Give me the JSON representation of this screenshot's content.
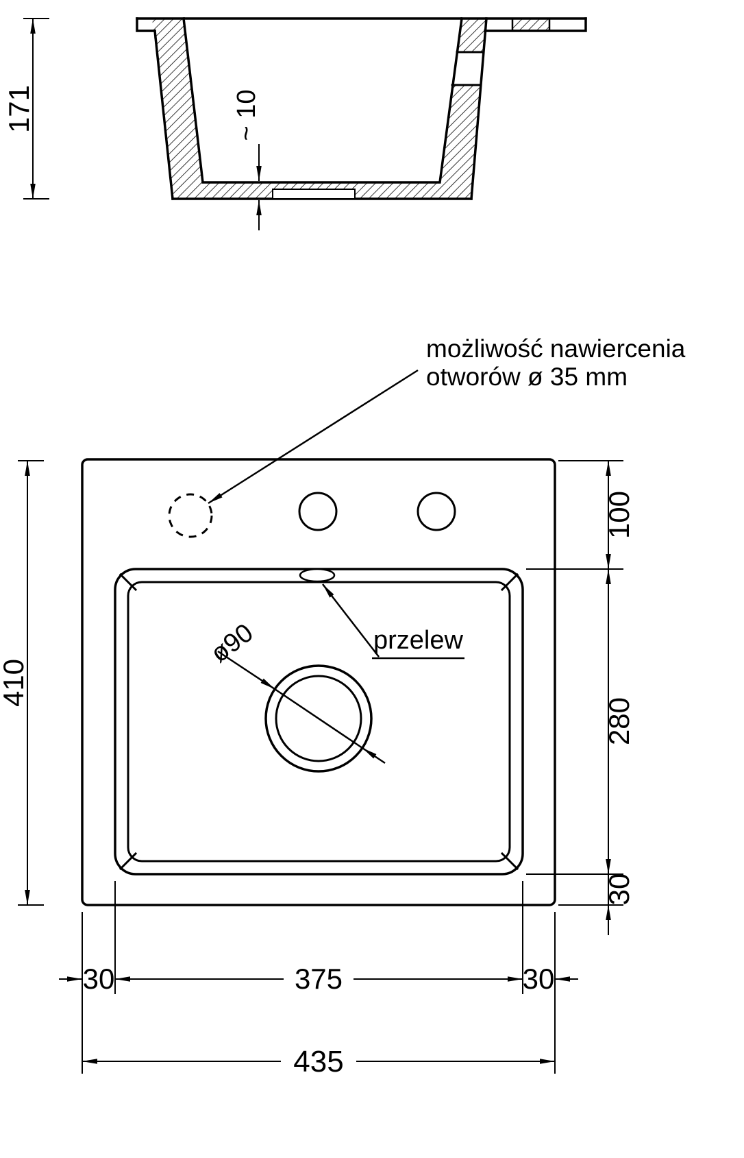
{
  "style": {
    "line_color": "#000000",
    "background": "#ffffff"
  },
  "section_view": {
    "depth_label": "171",
    "floor_thickness_label": "~ 10"
  },
  "plan_view": {
    "drill_note": {
      "line1": "możliwość nawiercenia",
      "line2": "otworów ø 35 mm"
    },
    "overflow_label": "przelew",
    "drain_diameter_label": "ø90",
    "dims": {
      "overall_depth": "410",
      "overall_width": "435",
      "bowl_width": "375",
      "bowl_depth": "280",
      "rear_offset": "100",
      "front_offset": "30",
      "left_offset": "30",
      "right_offset": "30"
    }
  }
}
